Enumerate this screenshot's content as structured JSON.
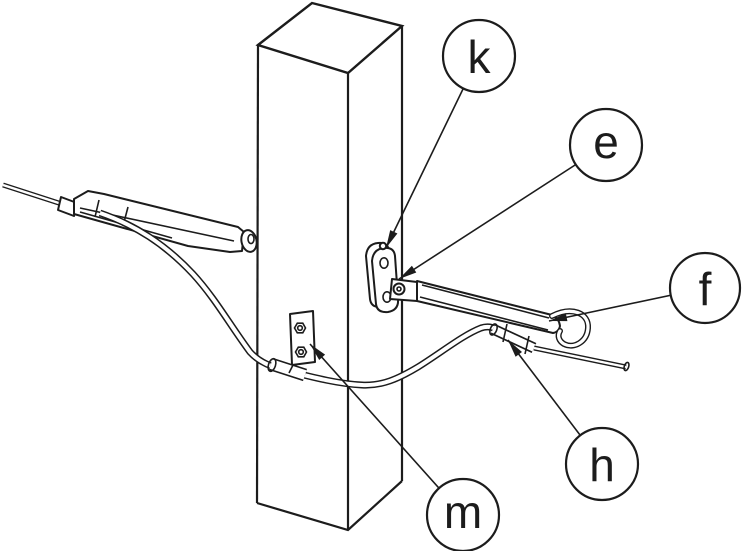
{
  "figure": {
    "description": "Isometric technical line drawing of cable dead-end assemblies and brackets mounted on a square post",
    "background_color": "#ffffff",
    "line_color": "#1c1c1c",
    "callouts": [
      {
        "label": "k"
      },
      {
        "label": "e"
      },
      {
        "label": "f"
      },
      {
        "label": "h"
      },
      {
        "label": "m"
      }
    ]
  }
}
